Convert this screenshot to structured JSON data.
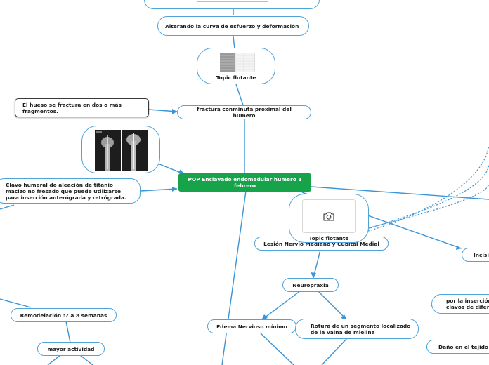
{
  "nodes": {
    "top_partial": "",
    "alterando": "Alterando   la curva de esfuerzo y deformación",
    "topic_flotante_1": "Topic flotante",
    "fractura_desc": "El hueso se fractura en dos o más fragmentos.",
    "fractura": "fractura conminuta proximal del humero",
    "clavo": "Clavo humeral de aleación de titanio macizo no fresado que puede utilizarse para inserción anterógrada y retrógrada.",
    "central": "POP Enclavado endomedular  humero 1 febrero",
    "topic_flotante_2": "Topic flotante",
    "lesion": "Lesión Nervio Mediano y Cubital Medial",
    "neuropraxia": "Neuropraxia",
    "edema": "Edema Nervioso mínimo",
    "rotura": "Rotura de un segmento localizado de la vaina de mielina",
    "remodelacion": "Remodelación :7  a 8 semanas",
    "mayor_actividad": "mayor actividad",
    "incision": "Incisi",
    "insercion": "por la inserción clavos de difere",
    "dano": "Daño en el tejido b"
  },
  "icons": {
    "camera": "camera-icon"
  },
  "colors": {
    "link": "#3b95d6",
    "node_border": "#4fa3d8",
    "central": "#16a34a"
  }
}
